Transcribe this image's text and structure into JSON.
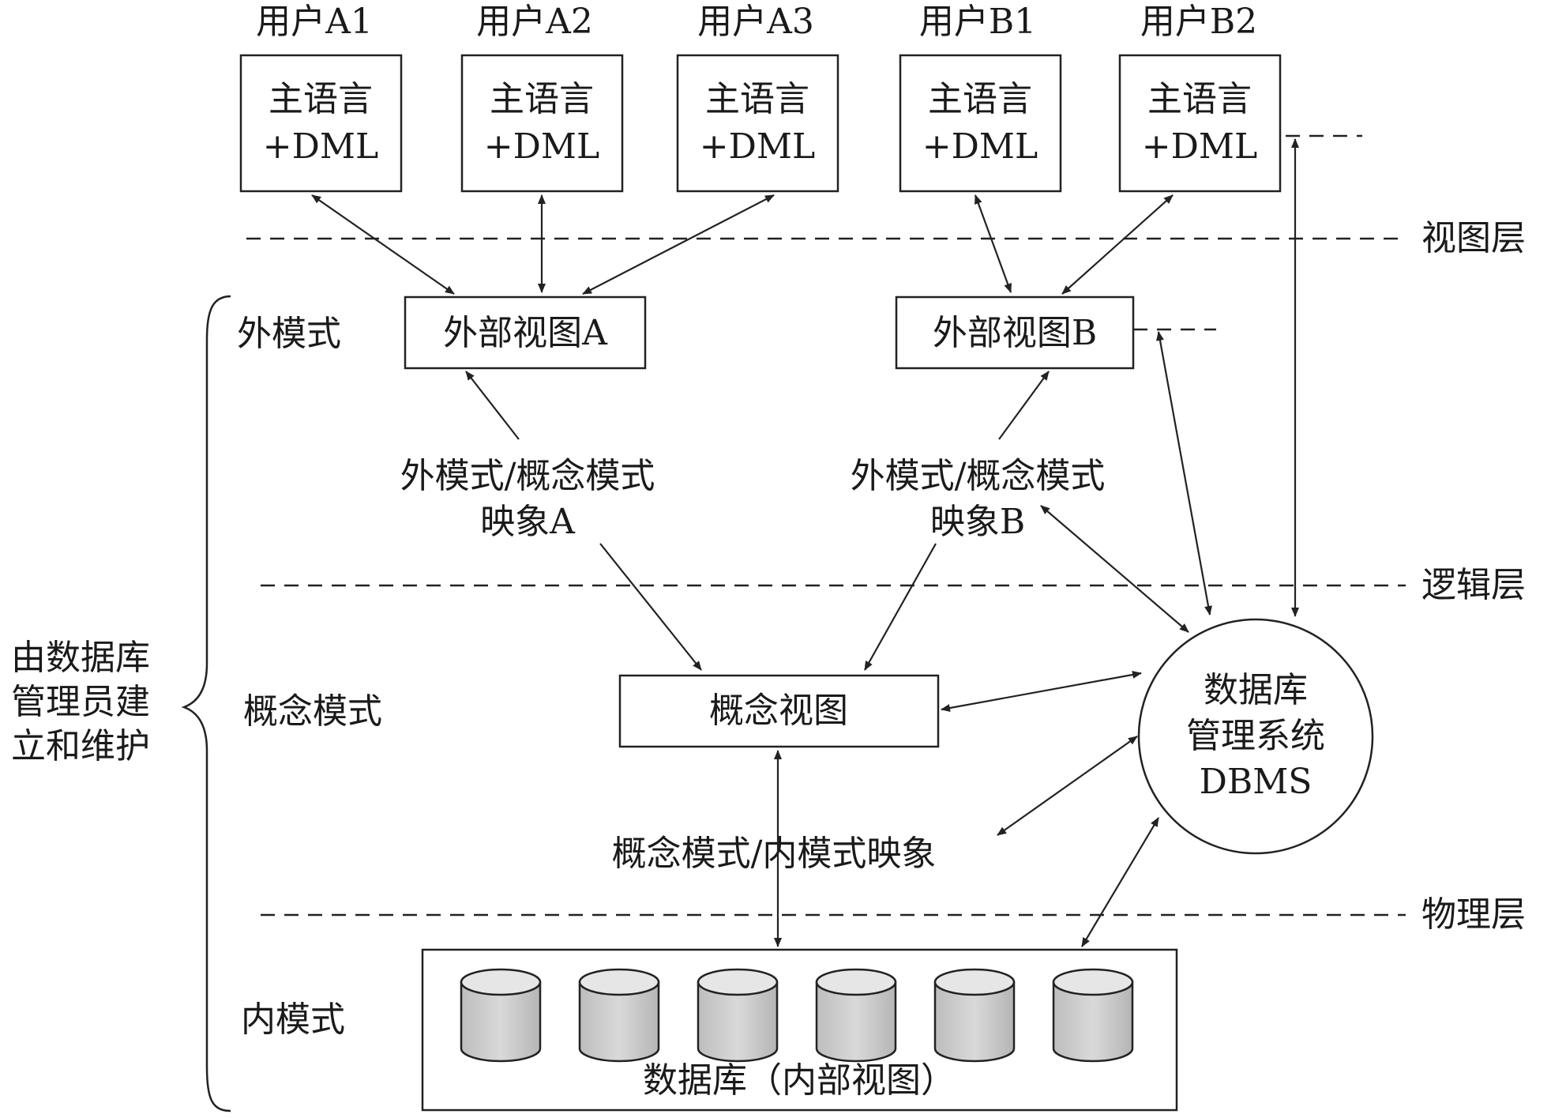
{
  "users": [
    {
      "name": "用户A1",
      "line1": "主语言",
      "line2": "+DML"
    },
    {
      "name": "用户A2",
      "line1": "主语言",
      "line2": "+DML"
    },
    {
      "name": "用户A3",
      "line1": "主语言",
      "line2": "+DML"
    },
    {
      "name": "用户B1",
      "line1": "主语言",
      "line2": "+DML"
    },
    {
      "name": "用户B2",
      "line1": "主语言",
      "line2": "+DML"
    }
  ],
  "layers": {
    "view": "视图层",
    "logic": "逻辑层",
    "physical": "物理层"
  },
  "schemas": {
    "external": "外模式",
    "conceptual": "概念模式",
    "internal": "内模式"
  },
  "admin": {
    "line1": "由数据库",
    "line2": "管理员建",
    "line3": "立和维护"
  },
  "external_views": {
    "a": "外部视图A",
    "b": "外部视图B"
  },
  "mappings": {
    "a_line1": "外模式/概念模式",
    "a_line2": "映象A",
    "b_line1": "外模式/概念模式",
    "b_line2": "映象B",
    "conceptual_internal": "概念模式/内模式映象"
  },
  "conceptual_view": "概念视图",
  "dbms": {
    "line1": "数据库",
    "line2": "管理系统",
    "line3": "DBMS"
  },
  "database_label": "数据库（内部视图）"
}
